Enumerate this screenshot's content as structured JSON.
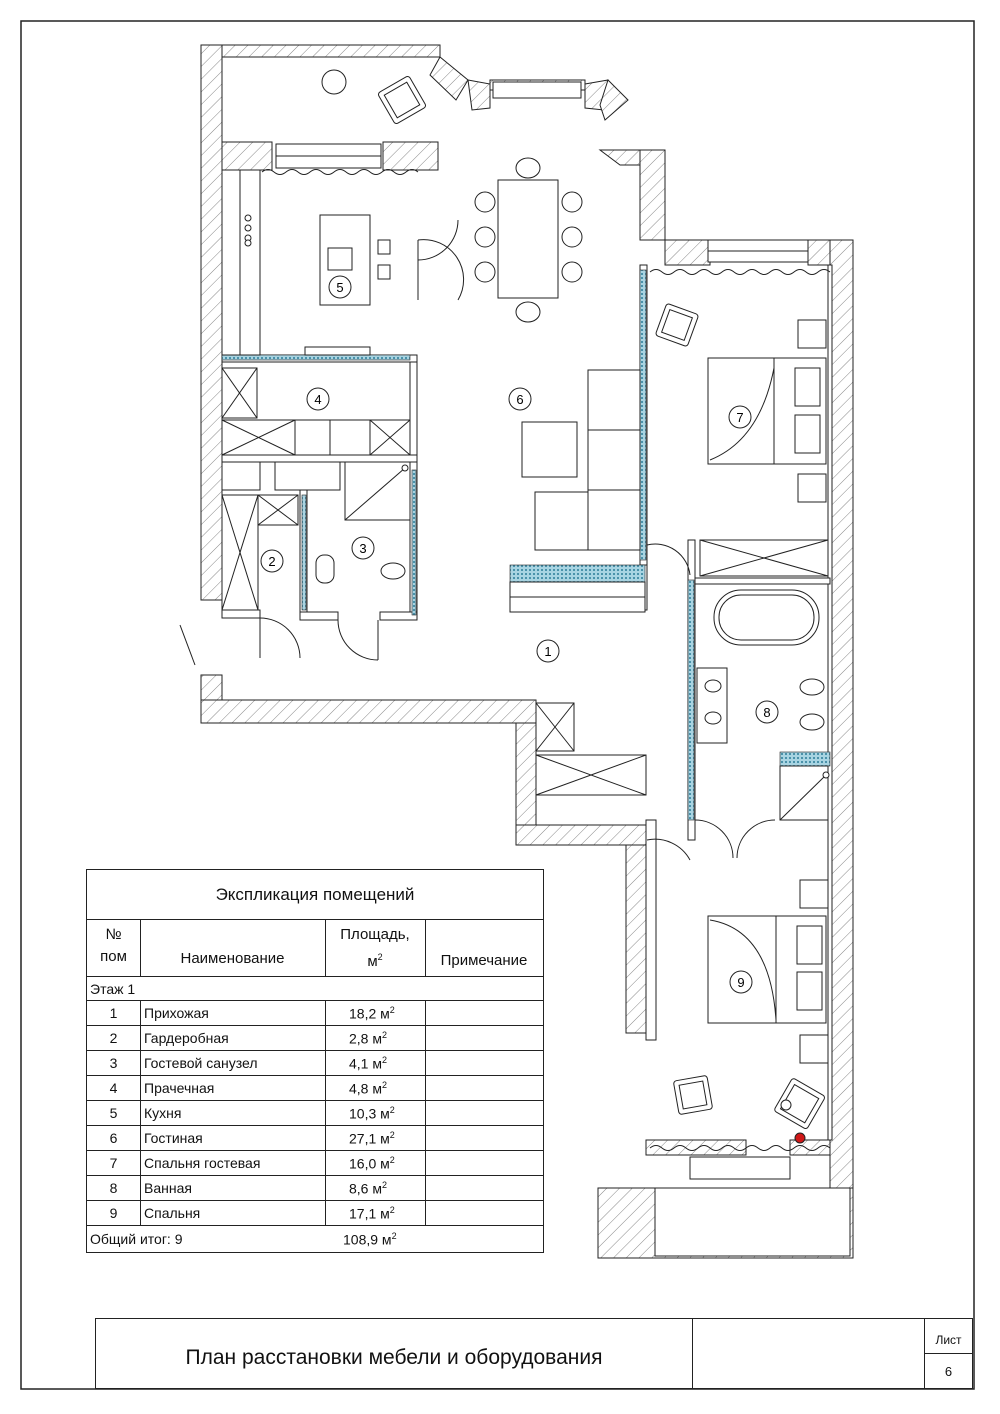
{
  "rooms": [
    {
      "num": "1"
    },
    {
      "num": "2"
    },
    {
      "num": "3"
    },
    {
      "num": "4"
    },
    {
      "num": "5"
    },
    {
      "num": "6"
    },
    {
      "num": "7"
    },
    {
      "num": "8"
    },
    {
      "num": "9"
    }
  ],
  "explication": {
    "title": "Экспликация помещений",
    "headers": {
      "num_a": "№",
      "num_b": "пом",
      "name": "Наименование",
      "area_a": "Площадь,",
      "area_b": "м",
      "area_sup": "2",
      "note": "Примечание"
    },
    "floor_label": "Этаж 1",
    "rows": [
      {
        "num": "1",
        "name": "Прихожая",
        "area": "18,2 м",
        "sup": "2"
      },
      {
        "num": "2",
        "name": "Гардеробная",
        "area": "2,8 м",
        "sup": "2"
      },
      {
        "num": "3",
        "name": "Гостевой санузел",
        "area": "4,1 м",
        "sup": "2"
      },
      {
        "num": "4",
        "name": "Прачечная",
        "area": "4,8 м",
        "sup": "2"
      },
      {
        "num": "5",
        "name": "Кухня",
        "area": "10,3 м",
        "sup": "2"
      },
      {
        "num": "6",
        "name": "Гостиная",
        "area": "27,1 м",
        "sup": "2"
      },
      {
        "num": "7",
        "name": "Спальня гостевая",
        "area": "16,0 м",
        "sup": "2"
      },
      {
        "num": "8",
        "name": "Ванная",
        "area": "8,6 м",
        "sup": "2"
      },
      {
        "num": "9",
        "name": "Спальня",
        "area": "17,1 м",
        "sup": "2"
      }
    ],
    "total_label": "Общий итог: 9",
    "total_area": "108,9 м",
    "total_sup": "2"
  },
  "stamp": {
    "title": "План расстановки  мебели и оборудования",
    "sheet_label": "Лист",
    "sheet_number": "6"
  },
  "colors": {
    "wall_hatch": "#8a8a8a",
    "insulation": "#3a8ea8",
    "marker": "#d01818"
  }
}
